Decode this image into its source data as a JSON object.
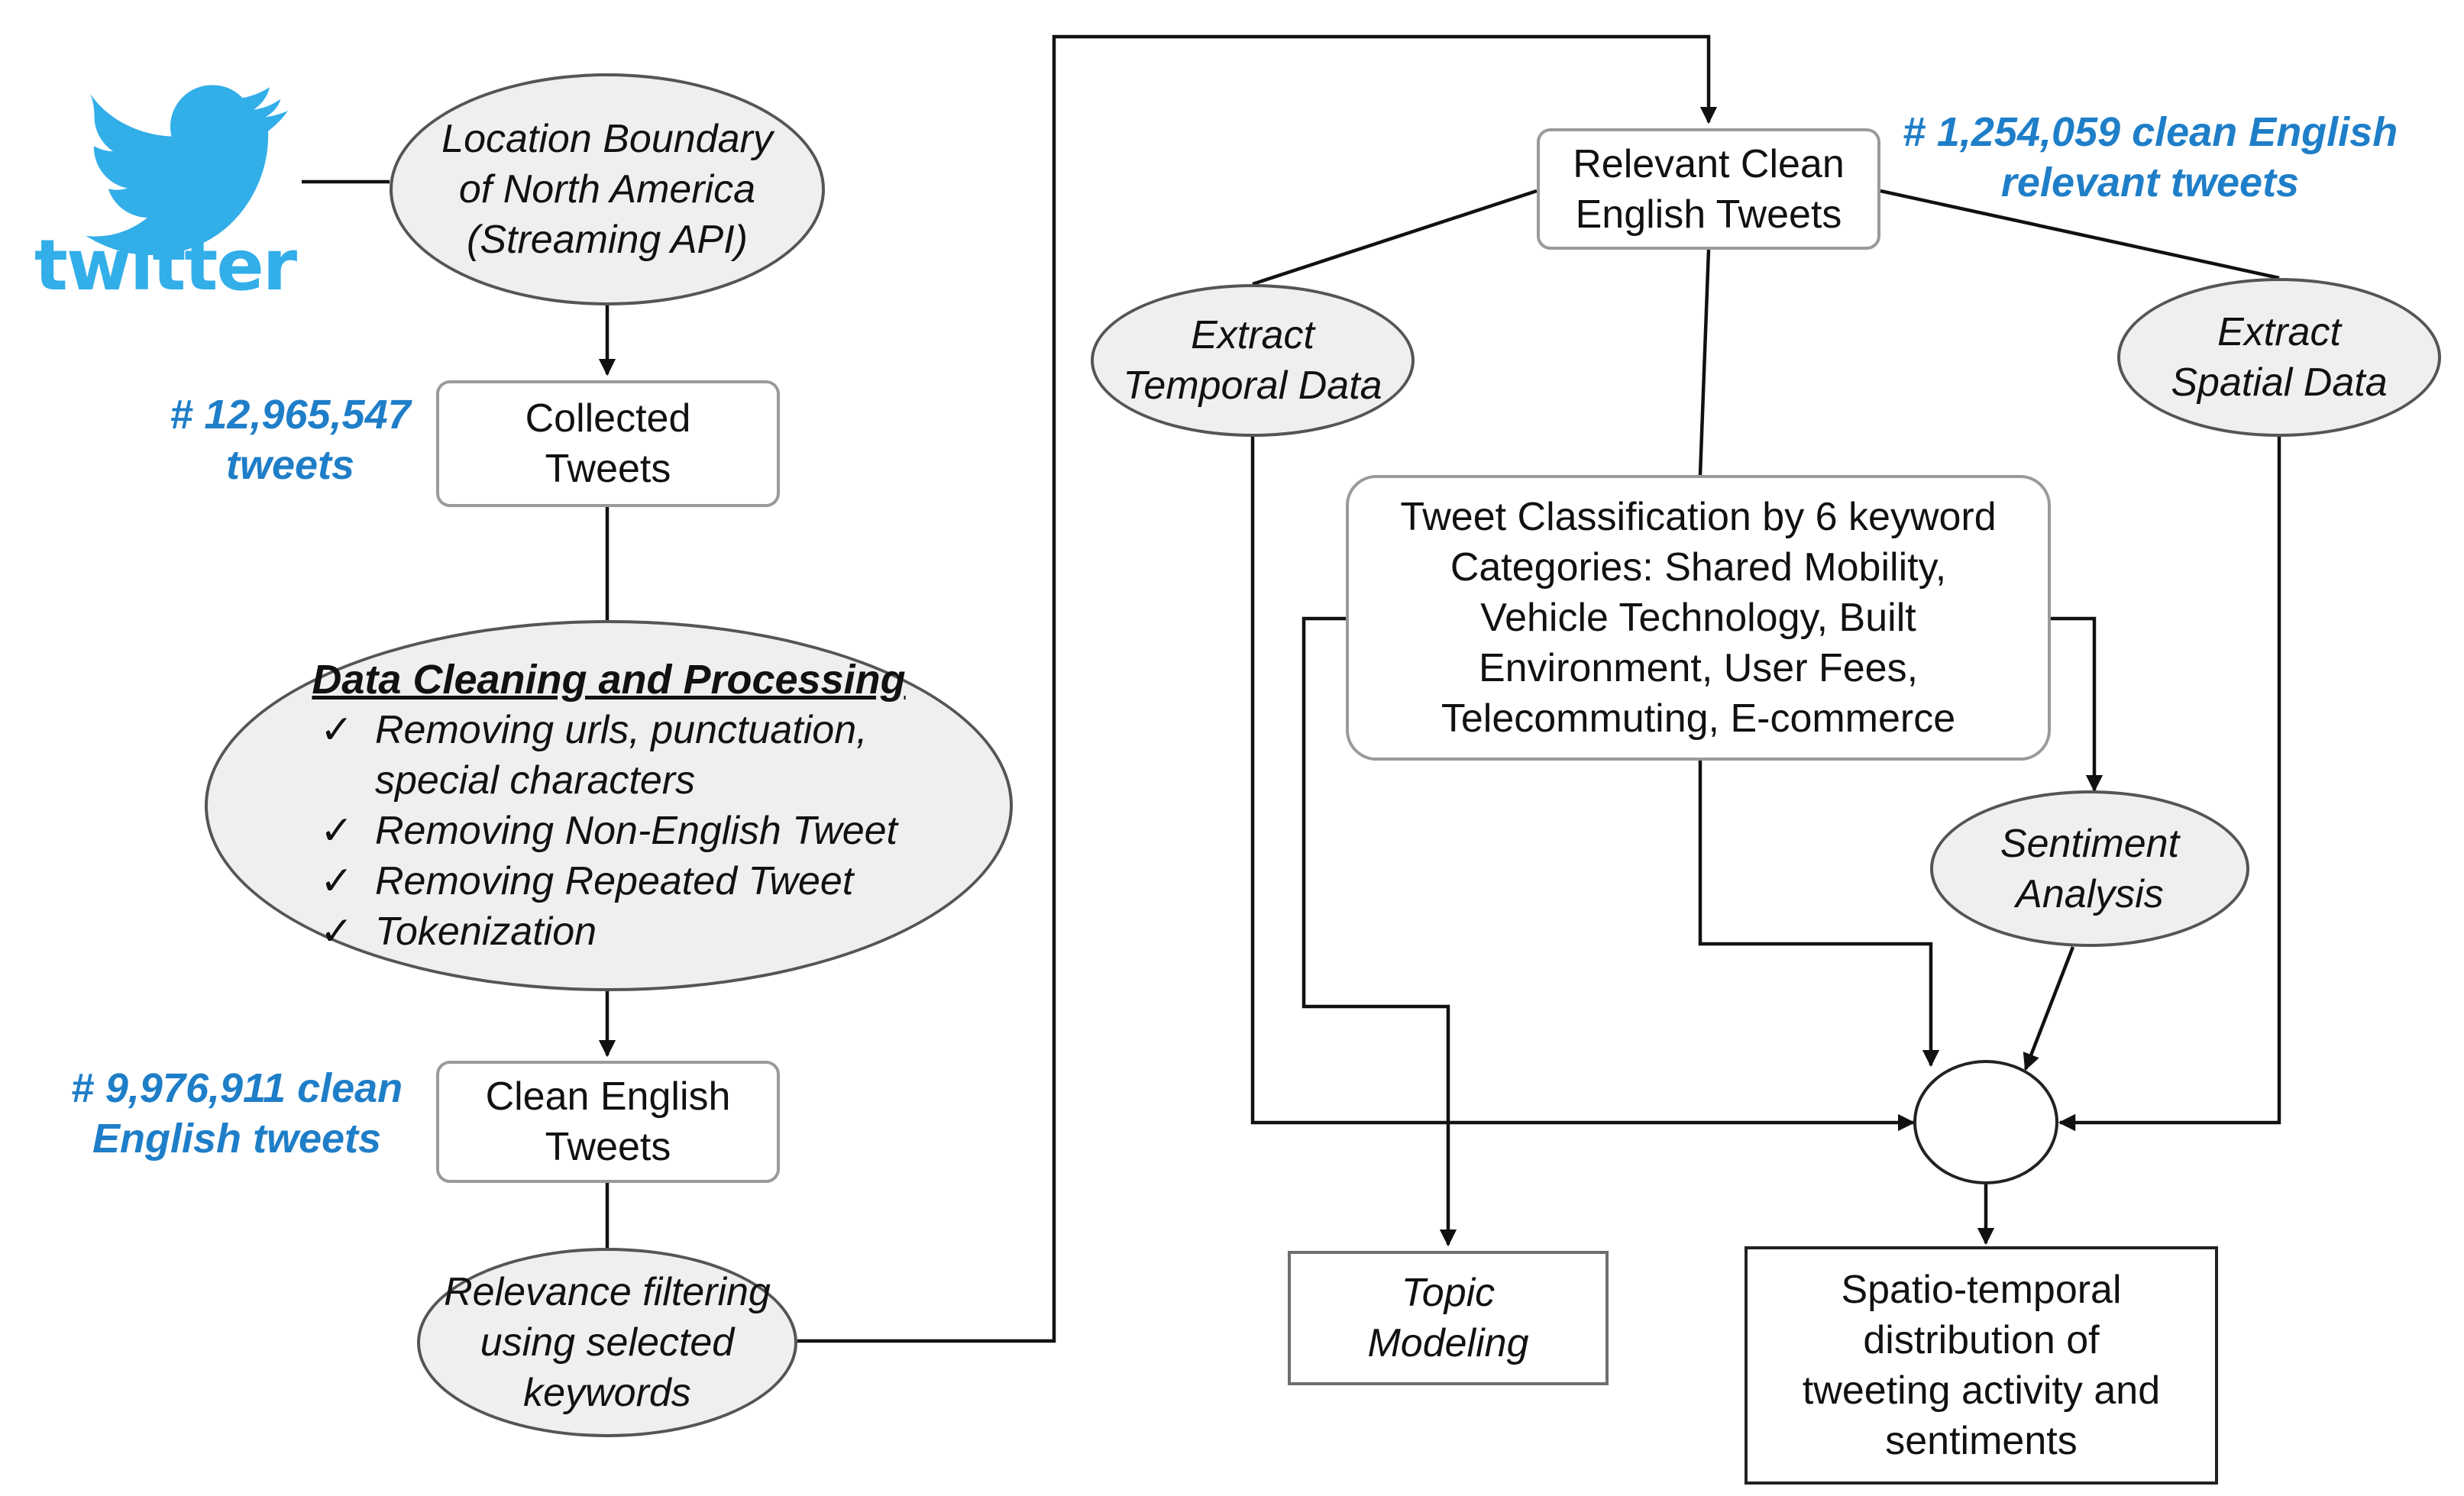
{
  "logo": {
    "icon": "twitter-bird-icon",
    "wordmark": "twitter",
    "color": "#32aee9"
  },
  "nodes": {
    "location": {
      "lines": [
        "Location Boundary",
        "of North America",
        "(Streaming API)"
      ]
    },
    "collected": {
      "lines": [
        "Collected",
        "Tweets"
      ]
    },
    "cleaning": {
      "title": "Data Cleaning and Processing",
      "check_mark": "✓",
      "items": [
        {
          "lines": [
            "Removing urls, punctuation,",
            "special characters"
          ]
        },
        {
          "lines": [
            "Removing Non-English Tweet"
          ]
        },
        {
          "lines": [
            "Removing Repeated Tweet"
          ]
        },
        {
          "lines": [
            "Tokenization"
          ]
        }
      ]
    },
    "clean_english": {
      "lines": [
        "Clean English",
        "Tweets"
      ]
    },
    "relevance": {
      "lines": [
        "Relevance filtering",
        "using selected",
        "keywords"
      ]
    },
    "relevant_clean": {
      "lines": [
        "Relevant Clean",
        "English Tweets"
      ]
    },
    "extract_temporal": {
      "lines": [
        "Extract",
        "Temporal Data"
      ]
    },
    "extract_spatial": {
      "lines": [
        "Extract",
        "Spatial Data"
      ]
    },
    "classification": {
      "lines": [
        "Tweet Classification by 6 keyword",
        "Categories: Shared Mobility,",
        "Vehicle Technology, Built",
        "Environment, User Fees,",
        "Telecommuting, E-commerce"
      ]
    },
    "sentiment": {
      "lines": [
        "Sentiment",
        "Analysis"
      ]
    },
    "topic": {
      "lines": [
        "Topic",
        "Modeling"
      ]
    },
    "spatio": {
      "lines": [
        "Spatio-temporal",
        "distribution of",
        "tweeting activity and",
        "sentiments"
      ]
    }
  },
  "counts": {
    "collected": [
      "# 12,965,547",
      "tweets"
    ],
    "clean": [
      "# 9,976,911 clean",
      "English tweets"
    ],
    "relevant": [
      "# 1,254,059 clean English",
      "relevant tweets"
    ]
  },
  "colors": {
    "count_text": "#1f7ec8",
    "oval_fill": "#efefef",
    "box_border": "#9a9a9a"
  }
}
